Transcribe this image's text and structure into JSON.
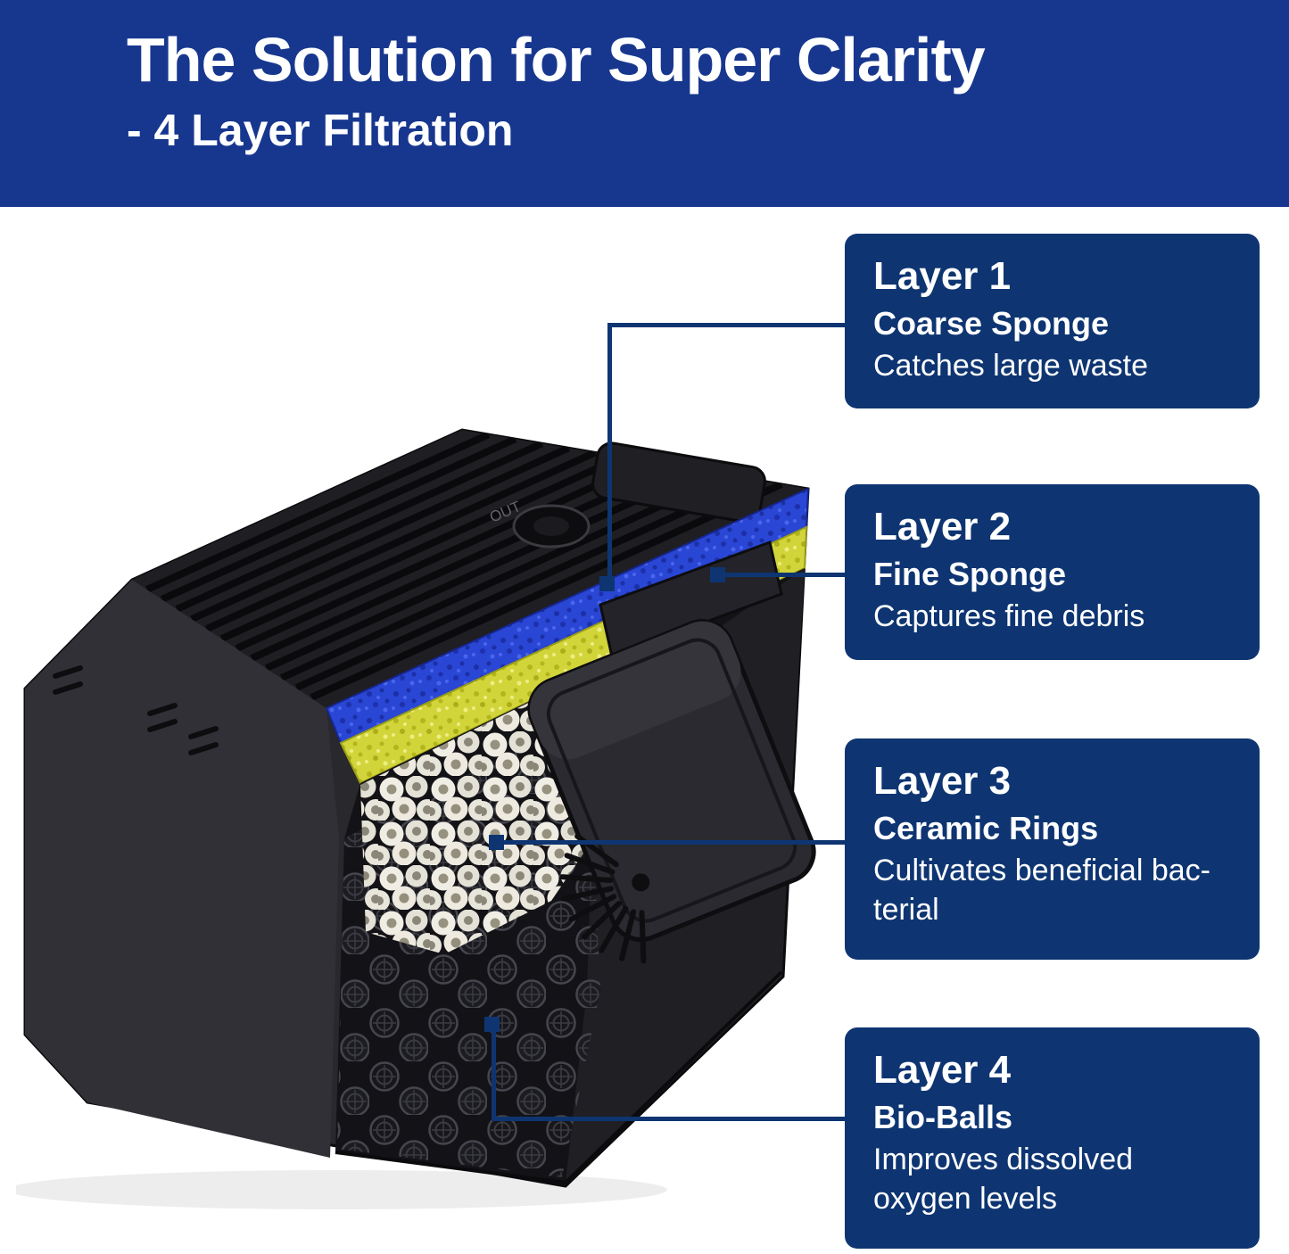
{
  "header": {
    "title": "The Solution for Super Clarity",
    "subtitle": "- 4 Layer Filtration"
  },
  "illustration": {
    "description": "cutaway view of 4-layer aquarium filter box",
    "port_label": "OUT"
  },
  "callouts": [
    {
      "layer": "Layer 1",
      "media": "Coarse Sponge",
      "desc": "Catches large waste"
    },
    {
      "layer": "Layer 2",
      "media": "Fine Sponge",
      "desc": "Captures fine debris"
    },
    {
      "layer": "Layer 3",
      "media": "Ceramic Rings",
      "desc": "Cultivates beneficial bac-terial"
    },
    {
      "layer": "Layer 4",
      "media": "Bio-Balls",
      "desc": "Improves dissolved oxygen levels"
    }
  ],
  "colors": {
    "header_bg": "#17378f",
    "callout_bg": "#0e3572",
    "connector": "#0e3572",
    "coarse_sponge_blue": "#2946d4",
    "fine_sponge_yellow": "#d2d53a",
    "filter_body_black": "#28282d",
    "ceramic_ring_white": "#f0ede4",
    "bio_ball_black": "#17171b",
    "background": "#ffffff",
    "text_on_blue": "#ffffff"
  }
}
